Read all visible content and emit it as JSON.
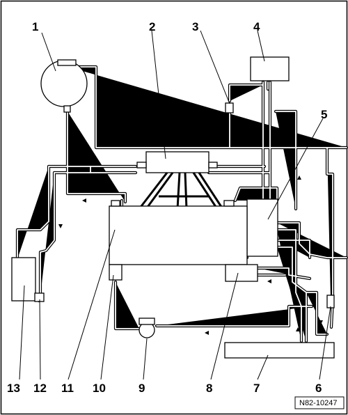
{
  "diagram": {
    "reference_code": "N82-10247",
    "callouts": [
      "1",
      "2",
      "3",
      "4",
      "5",
      "6",
      "7",
      "8",
      "9",
      "10",
      "11",
      "12",
      "13"
    ]
  }
}
